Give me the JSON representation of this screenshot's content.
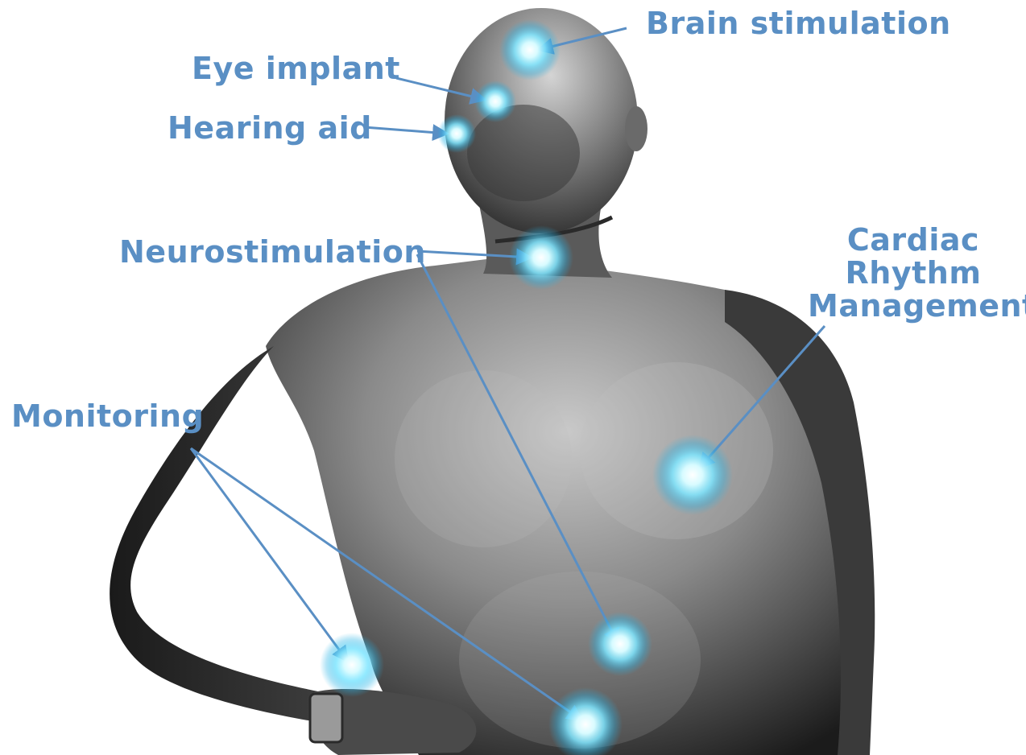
{
  "colors": {
    "label": "#5a8fc4",
    "arrow": "#5a8fc4",
    "glow_core": "#ffffff",
    "glow_mid": "#7fe6ff",
    "glow_outer": "#2bb4e6",
    "figure_dark": "#1e1e1e",
    "figure_mid": "#6e6e6e",
    "figure_light": "#b9b9b9"
  },
  "labels": {
    "brain": "Brain stimulation",
    "eye": "Eye implant",
    "hearing": "Hearing aid",
    "neuro": "Neurostimulation",
    "cardiac_line1": "Cardiac",
    "cardiac_line2": "Rhythm",
    "cardiac_line3": "Management",
    "monitoring": "Monitoring"
  },
  "icons": {
    "implant_marker": "glowing-circle-icon",
    "figure": "human-torso-illustration"
  }
}
